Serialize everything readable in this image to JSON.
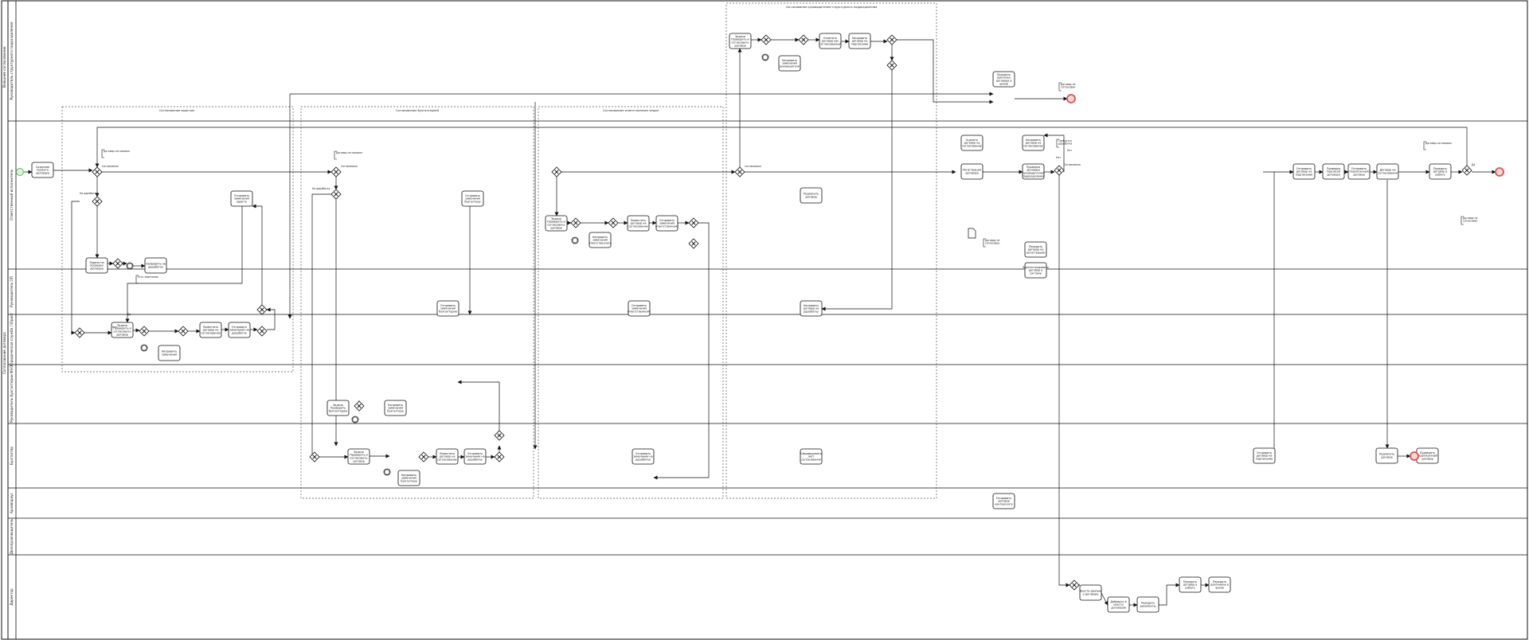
{
  "pool": {
    "title": "Согласование договора",
    "outer_title": "Внешнее согласование"
  },
  "lanes": [
    {
      "id": "l0",
      "label": "Руководитель структурного подразделения"
    },
    {
      "id": "l1",
      "label": "Ответственный исполнитель"
    },
    {
      "id": "l2",
      "label": "Руководитель ОП"
    },
    {
      "id": "l3",
      "label": "Юридическая служба / Юрист"
    },
    {
      "id": "l4",
      "label": "Руководитель бухгалтерии ФЭО"
    },
    {
      "id": "l5",
      "label": "Бухгалтер"
    },
    {
      "id": "l6",
      "label": "Архивариус"
    },
    {
      "id": "l7",
      "label": "Делопроизводитель"
    },
    {
      "id": "l8",
      "label": "Директор"
    }
  ],
  "groups": [
    {
      "id": "g1",
      "label": "Согласование юристом"
    },
    {
      "id": "g2",
      "label": "Согласование бухгалтерией"
    },
    {
      "id": "g3",
      "label": "Согласование ответственным лицом"
    },
    {
      "id": "g4",
      "label": "Согласование руководителем структурного подразделения"
    }
  ],
  "tasks": [
    {
      "id": "t_create",
      "label": "Создание проекта договора"
    },
    {
      "id": "t_boss1",
      "label": "Проверка договора руководителем подразделения"
    },
    {
      "id": "t_boss2",
      "label": "Оценить договор на согласование"
    },
    {
      "id": "t_boss3",
      "label": "Направить договор на согласование"
    },
    {
      "id": "t_reg",
      "label": "Регистрация договора"
    },
    {
      "id": "t_send",
      "label": "Отправить договор контрагенту"
    },
    {
      "id": "t_op1",
      "label": "Задача на проверку договора"
    },
    {
      "id": "t_op2",
      "label": "Направить на доработку"
    },
    {
      "id": "t_jur1",
      "label": "Задача Проверить и согласовать договор"
    },
    {
      "id": "t_jur2",
      "label": "Направить замечания"
    },
    {
      "id": "t_jur3",
      "label": "Поместить договор на согласование"
    },
    {
      "id": "t_jur4",
      "label": "Отправить замечания юристу"
    },
    {
      "id": "t_jur5",
      "label": "Отправить замечания на доработку"
    },
    {
      "id": "t_acc1",
      "label": "Задача Проверить бухгалтерию"
    },
    {
      "id": "t_acc2",
      "label": "Направить замечания бухгалтера"
    },
    {
      "id": "t_bk1",
      "label": "Задача Проверить и согласовать договор"
    },
    {
      "id": "t_bk2",
      "label": "Направить замечания бухгалтера"
    },
    {
      "id": "t_bk3",
      "label": "Поместить договор на согласование"
    },
    {
      "id": "t_bk4",
      "label": "Отправить замечания бухгалтеру"
    },
    {
      "id": "t_bk5",
      "label": "Отправить замечания на доработку"
    },
    {
      "id": "t_resp1",
      "label": "Задача Проверить и согласовать договор"
    },
    {
      "id": "t_resp2",
      "label": "Направить замечания ответственного"
    },
    {
      "id": "t_resp3",
      "label": "Поместить договор на согласование"
    },
    {
      "id": "t_resp4",
      "label": "Отправить замечания ответственному"
    },
    {
      "id": "t_head1",
      "label": "Задача Проверить и согласовать договор"
    },
    {
      "id": "t_head2",
      "label": "Направить замечания руководителя"
    },
    {
      "id": "t_head3",
      "label": "Отметить договор как согласованный"
    },
    {
      "id": "t_head4",
      "label": "Направить договор на подписание"
    },
    {
      "id": "t_arch",
      "label": "Передать оригинал договора в архив"
    },
    {
      "id": "t_dir1",
      "label": "Подписать договор"
    },
    {
      "id": "t_dir2",
      "label": "Направить договор на доработку"
    },
    {
      "id": "t_dir3",
      "label": "Сформировать лист согласования"
    },
    {
      "id": "t_dir4",
      "label": "Зарегистрировать договор в системе"
    },
    {
      "id": "t_dir5",
      "label": "Передать договор на регистрацию"
    },
    {
      "id": "t_fin1",
      "label": "Отправить договор на подписание"
    },
    {
      "id": "t_fin2",
      "label": "Проверка подписей договора"
    },
    {
      "id": "t_fin3",
      "label": "Отправить подписанный договор"
    },
    {
      "id": "t_fin4",
      "label": "Договор на согласовании"
    },
    {
      "id": "t_end_task",
      "label": "Передать договор в работу"
    }
  ],
  "gateway_labels": {
    "approved": "Согласовано",
    "rework": "На доработку",
    "remarks": "Есть замечания",
    "yes": "Да",
    "no": "Нет"
  },
  "annotations": [
    {
      "id": "a1",
      "text": "Договор не согласован"
    },
    {
      "id": "a2",
      "text": "Договор согласован"
    },
    {
      "id": "a3",
      "text": "Требуется доработка"
    }
  ],
  "colors": {
    "line": "#111111",
    "start": "#5cb85c",
    "end": "#d9534f",
    "group_dash": "#555555"
  }
}
